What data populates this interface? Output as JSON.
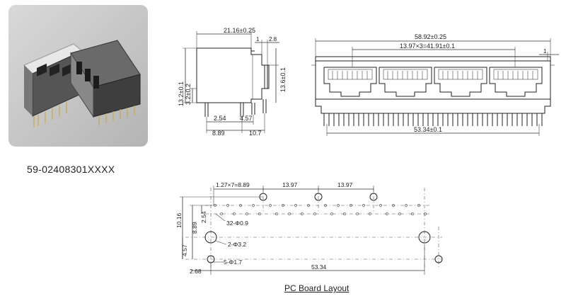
{
  "part_number": "59-02408301XXXX",
  "photo_icon": "rj45-4port-connector-photo",
  "side_view": {
    "width": "21.16±0.25",
    "top_small": "1",
    "top_small2": "2.8",
    "left_height": "13.2±0.1",
    "left_height2": "3.2±0.2",
    "right_height": "13.6±0.1",
    "bottom_a": "2.54",
    "bottom_b": "4.57",
    "bottom_c": "8.89",
    "bottom_d": "10.7"
  },
  "front_view": {
    "overall": "58.92±0.25",
    "pitch": "13.97×3=41.91±0.1",
    "right_small": "1",
    "bottom": "53.34±0.1"
  },
  "pcb": {
    "pitch_pins": "1.27×7=8.89",
    "pitch_a": "13.97",
    "pitch_b": "13.97",
    "left_a": "10.16",
    "left_b": "8.89",
    "left_c": "2.54",
    "left_d": "4.57",
    "holes_a": "32-Φ0.9",
    "holes_b": "2-Φ3.2",
    "holes_c": "5-Φ1.7",
    "bottom_left": "2.68",
    "bottom_span": "53.34",
    "title": "PC Board Layout"
  }
}
